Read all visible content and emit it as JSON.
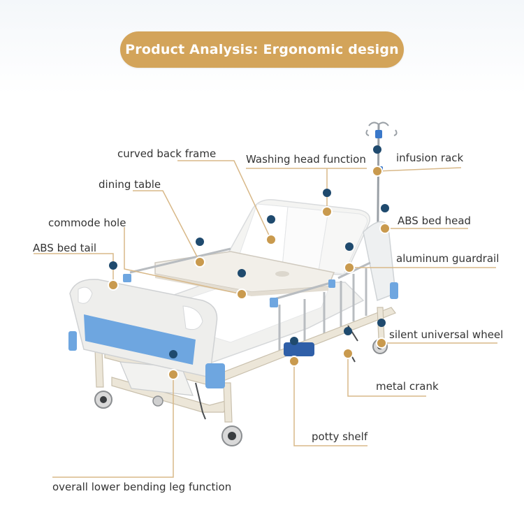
{
  "title": "Product Analysis: Ergonomic design",
  "labels": {
    "curved_back_frame": "curved back frame",
    "washing_head_function": "Washing head function",
    "infusion_rack": "infusion rack",
    "dining_table": "dining table",
    "commode_hole": "commode hole",
    "abs_bed_head": "ABS bed head",
    "abs_bed_tail": "ABS bed tail",
    "aluminum_guardrail": "aluminum guardrail",
    "silent_universal_wheel": "silent universal wheel",
    "metal_crank": "metal crank",
    "potty_shelf": "potty shelf",
    "overall_lower_bending_leg_function": "overall lower bending leg function"
  },
  "colors": {
    "title_pill": "#d3a45a",
    "marker_navy": "#1f4a6e",
    "marker_gold": "#c99a4e",
    "leader_line": "#d8b888",
    "panel_blue": "#6ea6e0"
  }
}
